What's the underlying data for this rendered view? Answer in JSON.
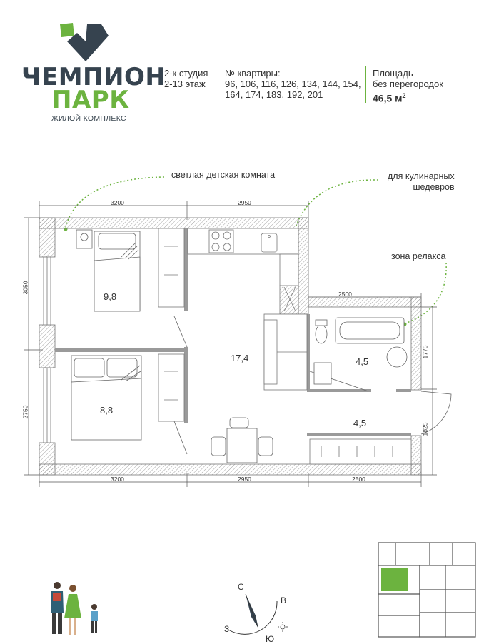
{
  "brand": {
    "name_line1": "ЧЕМПИОН",
    "name_line2": "ПАРК",
    "subtitle": "ЖИЛОЙ КОМПЛЕКС",
    "logo_icon": "heart-check-logo",
    "colors": {
      "dark": "#36434f",
      "green": "#6cb33f"
    }
  },
  "apartment": {
    "type_line1": "2-к студия",
    "type_line2": "2-13 этаж",
    "numbers_label": "№ квартиры:",
    "numbers_line1": "96, 106, 116, 126, 134, 144, 154,",
    "numbers_line2": "164, 174, 183, 192, 201",
    "area_label_line1": "Площадь",
    "area_label_line2": "без перегородок",
    "area_value": "46,5 м",
    "area_unit_sup": "2"
  },
  "annotations": {
    "kids_room": "светлая детская комната",
    "kitchen_line1": "для кулинарных",
    "kitchen_line2": "шедевров",
    "relax": "зона релакса"
  },
  "rooms": {
    "kids": "9,8",
    "bedroom": "8,8",
    "living": "17,4",
    "bath": "4,5",
    "hall": "4,5"
  },
  "dimensions": {
    "top_left": "3200",
    "top_mid": "2950",
    "bath_width": "2500",
    "left_upper": "3050",
    "left_lower": "2750",
    "bottom_left": "3200",
    "bottom_mid": "2950",
    "bottom_right": "2500",
    "right_upper": "1775",
    "right_lower": "1825"
  },
  "compass": {
    "north": "С",
    "east": "В",
    "west": "З",
    "south": "Ю",
    "sun_icon": "sun-icon"
  },
  "minimap": {
    "highlight_color": "#6cb33f"
  }
}
